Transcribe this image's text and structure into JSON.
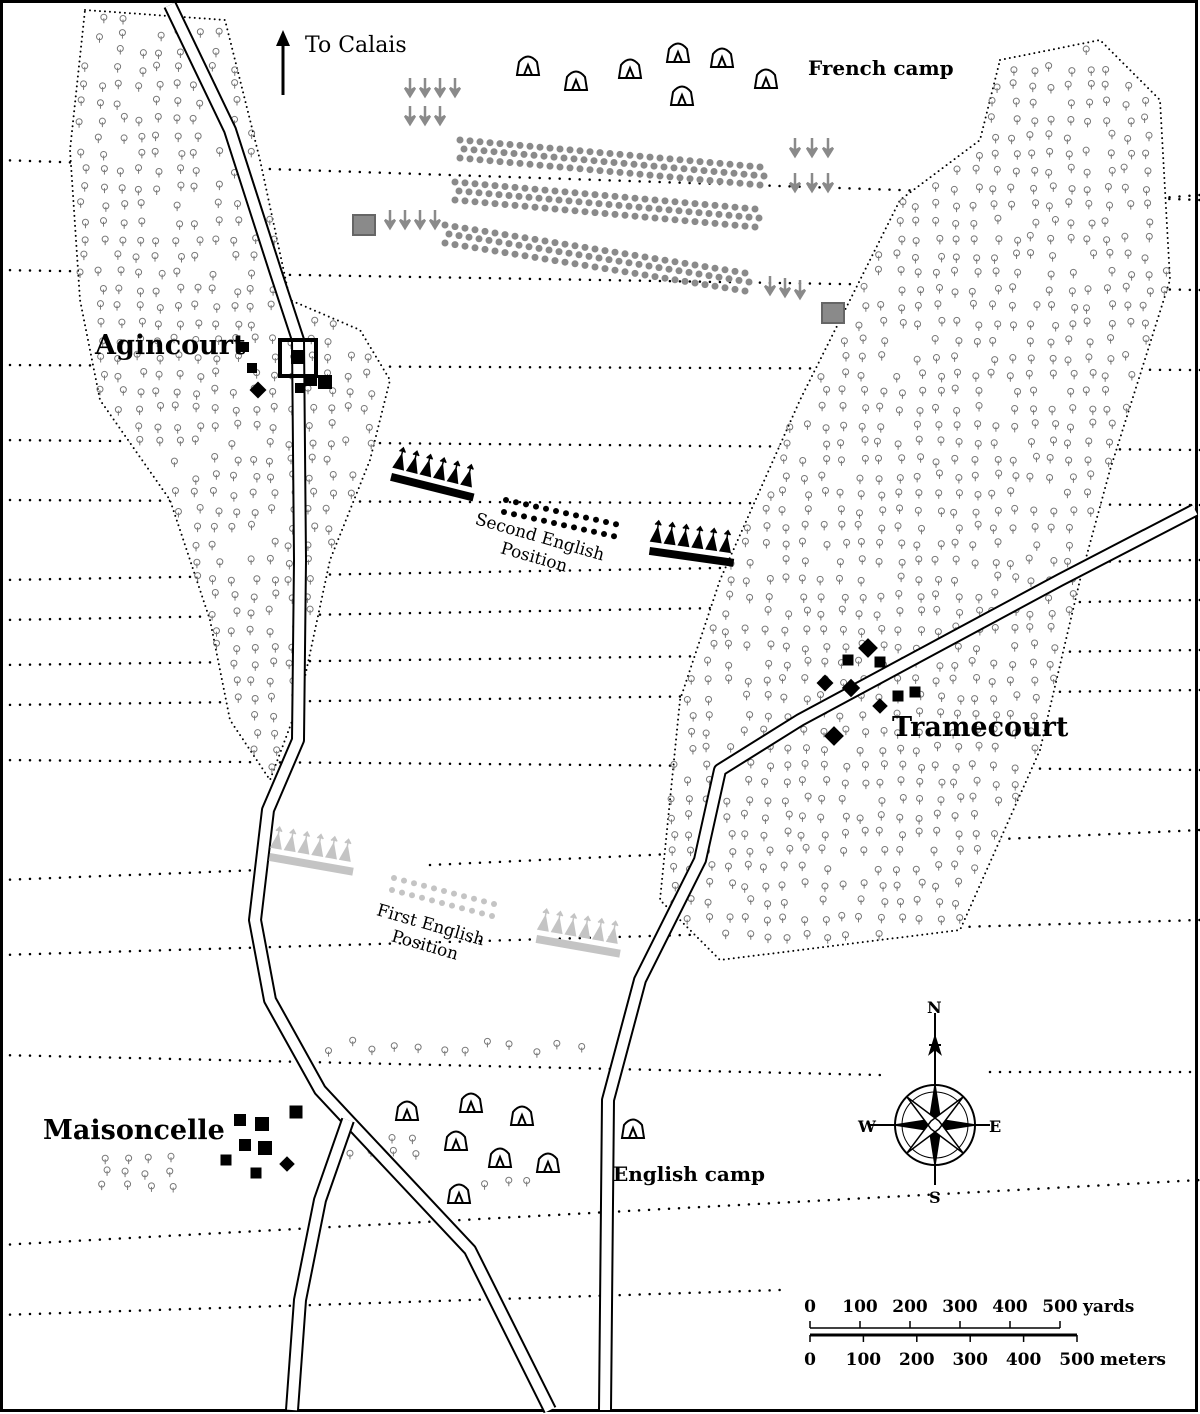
{
  "labels": {
    "to_calais": "To Calais",
    "french_camp": "French camp",
    "agincourt": "Agincourt",
    "tramecourt": "Tramecourt",
    "maisoncelle": "Maisoncelle",
    "english_camp": "English camp",
    "second_position_line1": "Second English",
    "second_position_line2": "Position",
    "first_position_line1": "First English",
    "first_position_line2": "Position"
  },
  "compass": {
    "n": "N",
    "s": "S",
    "e": "E",
    "w": "W"
  },
  "scale": {
    "yards_ticks": [
      "0",
      "100",
      "200",
      "300",
      "400",
      "500"
    ],
    "yards_unit": "yards",
    "meters_ticks": [
      "0",
      "100",
      "200",
      "300",
      "400",
      "500"
    ],
    "meters_unit": "meters"
  },
  "colors": {
    "french": "#8a8a8a",
    "english_second": "#000000",
    "english_first": "#c4c4c4",
    "trees": "#777777"
  }
}
